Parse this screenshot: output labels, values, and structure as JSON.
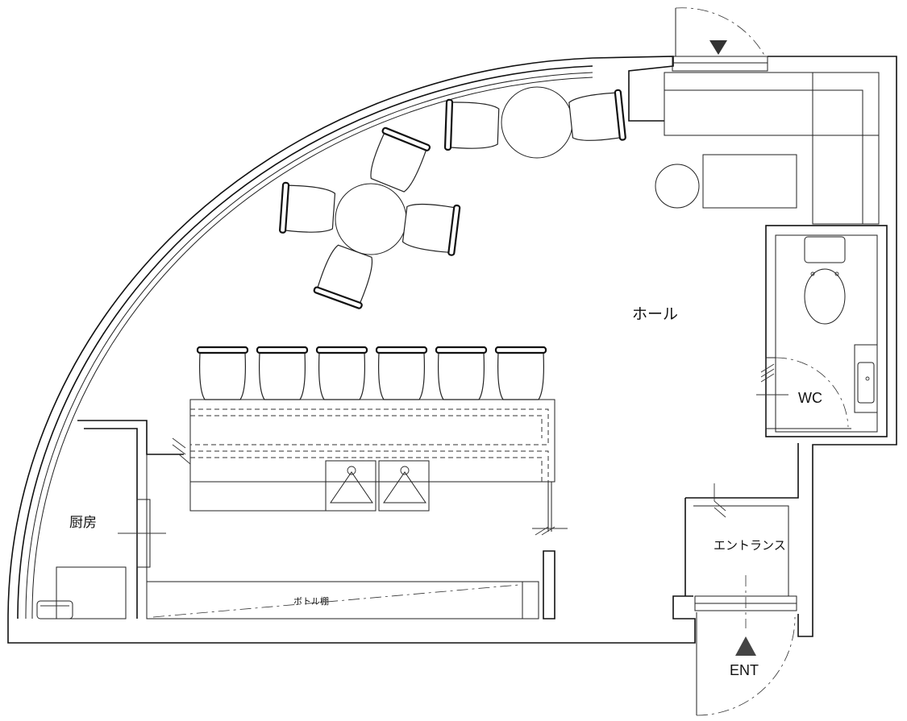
{
  "rooms": {
    "hall": "ホール",
    "wc": "WC",
    "kitchen": "厨房",
    "entrance": "エントランス",
    "bottle_shelf": "ボトル棚"
  },
  "entry_marker": "ENT",
  "colors": {
    "line": "#111111",
    "background": "#ffffff",
    "marker": "#333333"
  },
  "icons": [
    "entry-arrow-icon",
    "door-swing-icon",
    "chair-icon",
    "table-icon",
    "toilet-icon",
    "sink-icon"
  ]
}
